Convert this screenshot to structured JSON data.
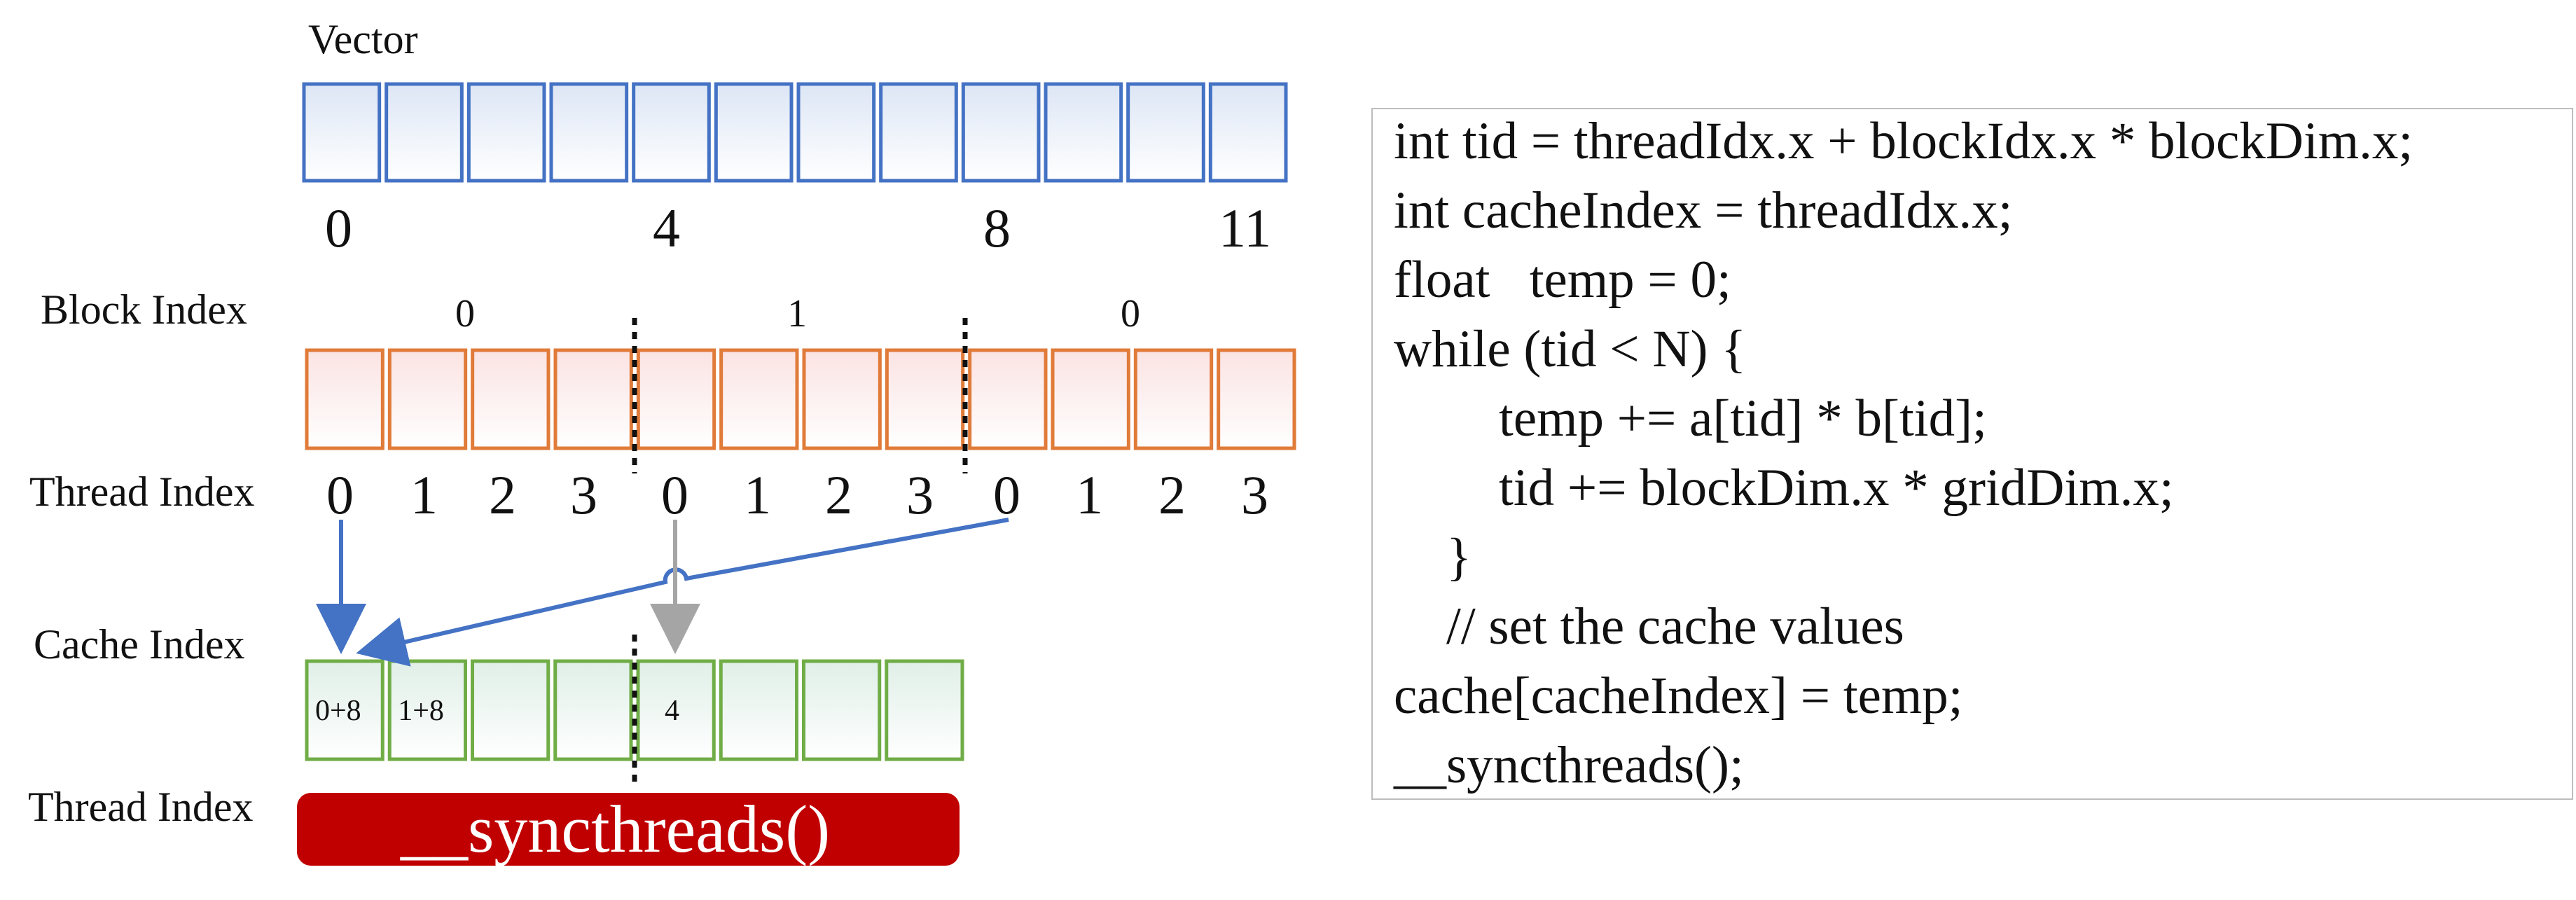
{
  "labels": {
    "vector": "Vector",
    "block_index": "Block Index",
    "thread_index": "Thread Index",
    "cache_index": "Cache Index",
    "thread_index_bottom": "Thread Index"
  },
  "vector": {
    "cell_count": 12,
    "index_labels": [
      "0",
      "4",
      "8",
      "11"
    ],
    "color": "#4472c4"
  },
  "blocks": {
    "labels": [
      "0",
      "1",
      "0"
    ],
    "cell_count": 12,
    "color": "#e07b39",
    "thread_indices": [
      "0",
      "1",
      "2",
      "3",
      "0",
      "1",
      "2",
      "3",
      "0",
      "1",
      "2",
      "3"
    ]
  },
  "cache": {
    "cells": [
      "0+8",
      "1+8",
      "",
      "",
      "4",
      "",
      "",
      ""
    ],
    "color": "#70ad47"
  },
  "sync_bar": {
    "label": "__syncthreads()",
    "color": "#c00000"
  },
  "arrows": {
    "blue": "#4472c4",
    "gray": "#a5a5a5"
  },
  "code": {
    "lines": [
      "int tid = threadIdx.x + blockIdx.x * blockDim.x;",
      "int cacheIndex = threadIdx.x;",
      "float   temp = 0;",
      "while (tid < N) {",
      "        temp += a[tid] * b[tid];",
      "        tid += blockDim.x * gridDim.x;",
      "    }",
      "    // set the cache values",
      "cache[cacheIndex] = temp;",
      "__syncthreads();"
    ]
  }
}
